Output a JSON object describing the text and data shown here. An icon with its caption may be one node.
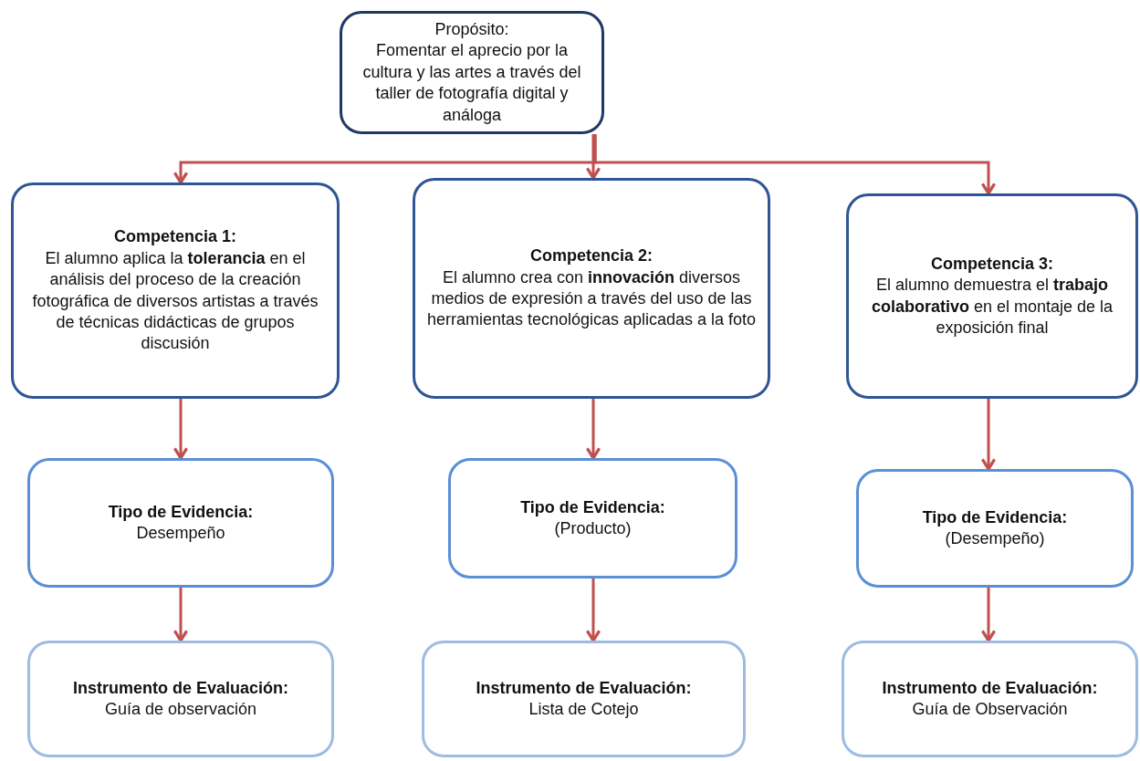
{
  "diagram": {
    "nodes": [
      {
        "text": [
          "Propósito:",
          "Fomentar el aprecio por la cultura y las artes a través del taller de fotografía digital y análoga"
        ]
      },
      {
        "text": [
          "Competencia 1:",
          "El alumno aplica la **tolerancia** en el análisis del proceso de la creación fotográfica de diversos artistas a través de técnicas didácticas de grupos discusión"
        ]
      },
      {
        "text": [
          "Competencia 2:",
          "El alumno crea con **innovación** diversos medios de expresión a través del uso de las herramientas tecnológicas aplicadas a la foto"
        ]
      },
      {
        "text": [
          "Competencia 3:",
          "El alumno demuestra el **trabajo colaborativo** en el montaje de la exposición final"
        ]
      },
      {
        "text": [
          "Tipo de Evidencia:",
          "Desempeño"
        ]
      },
      {
        "text": [
          "Tipo de Evidencia:",
          "(Producto)"
        ]
      },
      {
        "text": [
          "Tipo de Evidencia:",
          "(Desempeño)"
        ]
      },
      {
        "text": [
          "Instrumento de Evaluación:",
          "Guía de observación"
        ]
      },
      {
        "text": [
          "Instrumento de Evaluación:",
          "Lista de Cotejo"
        ]
      },
      {
        "text": [
          "Instrumento de Evaluación:",
          "Guía de Observación"
        ]
      }
    ],
    "edges": [
      {
        "from": 0,
        "to": 1,
        "arrow": "to"
      },
      {
        "from": 0,
        "to": 2,
        "arrow": "to"
      },
      {
        "from": 0,
        "to": 3,
        "arrow": "to"
      },
      {
        "from": 1,
        "to": 4,
        "arrow": "to"
      },
      {
        "from": 4,
        "to": 7,
        "arrow": "to"
      },
      {
        "from": 2,
        "to": 5,
        "arrow": "to"
      },
      {
        "from": 5,
        "to": 8,
        "arrow": "to"
      },
      {
        "from": 3,
        "to": 6,
        "arrow": "to"
      },
      {
        "from": 6,
        "to": 9,
        "arrow": "to"
      }
    ]
  }
}
